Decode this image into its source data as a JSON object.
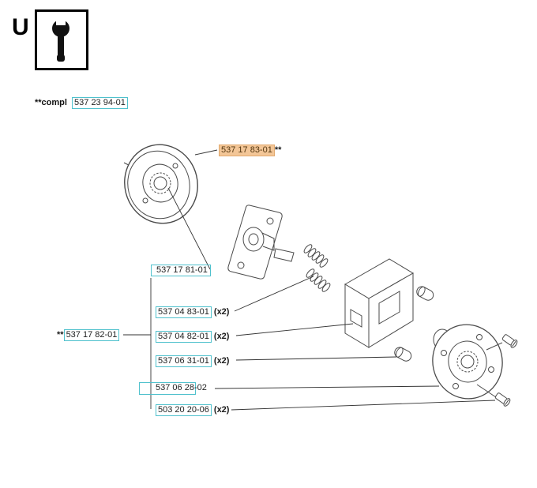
{
  "header": {
    "section_letter": "U",
    "tool_icon": "wrench-icon"
  },
  "compl": {
    "prefix": "**compl",
    "part_number": "537 23 94-01"
  },
  "labels": [
    {
      "number": "537 17 83-01",
      "suffix": "**",
      "highlight": "orange"
    },
    {
      "number": "537 17 81-01",
      "suffix": "",
      "highlight": "cyan-box"
    },
    {
      "number": "537 04 83-01",
      "suffix": " (x2)",
      "highlight": "cyan"
    },
    {
      "prefix": "**",
      "number": "537 17 82-01",
      "suffix": "",
      "highlight": "cyan"
    },
    {
      "number": "537 04 82-01",
      "suffix": " (x2)",
      "highlight": "cyan"
    },
    {
      "number": "537 06 31-01",
      "suffix": " (x2)",
      "highlight": "cyan"
    },
    {
      "number": "537 06 28-02",
      "suffix": "",
      "highlight": "cyan-box-offset"
    },
    {
      "number": "503 20 20-06",
      "suffix": " (x2)",
      "highlight": "cyan"
    }
  ],
  "colors": {
    "highlight_cyan": "#4fc1cd",
    "highlight_orange": "#f3c697",
    "line_art": "#4a4a4a",
    "leader_line": "#333333"
  }
}
